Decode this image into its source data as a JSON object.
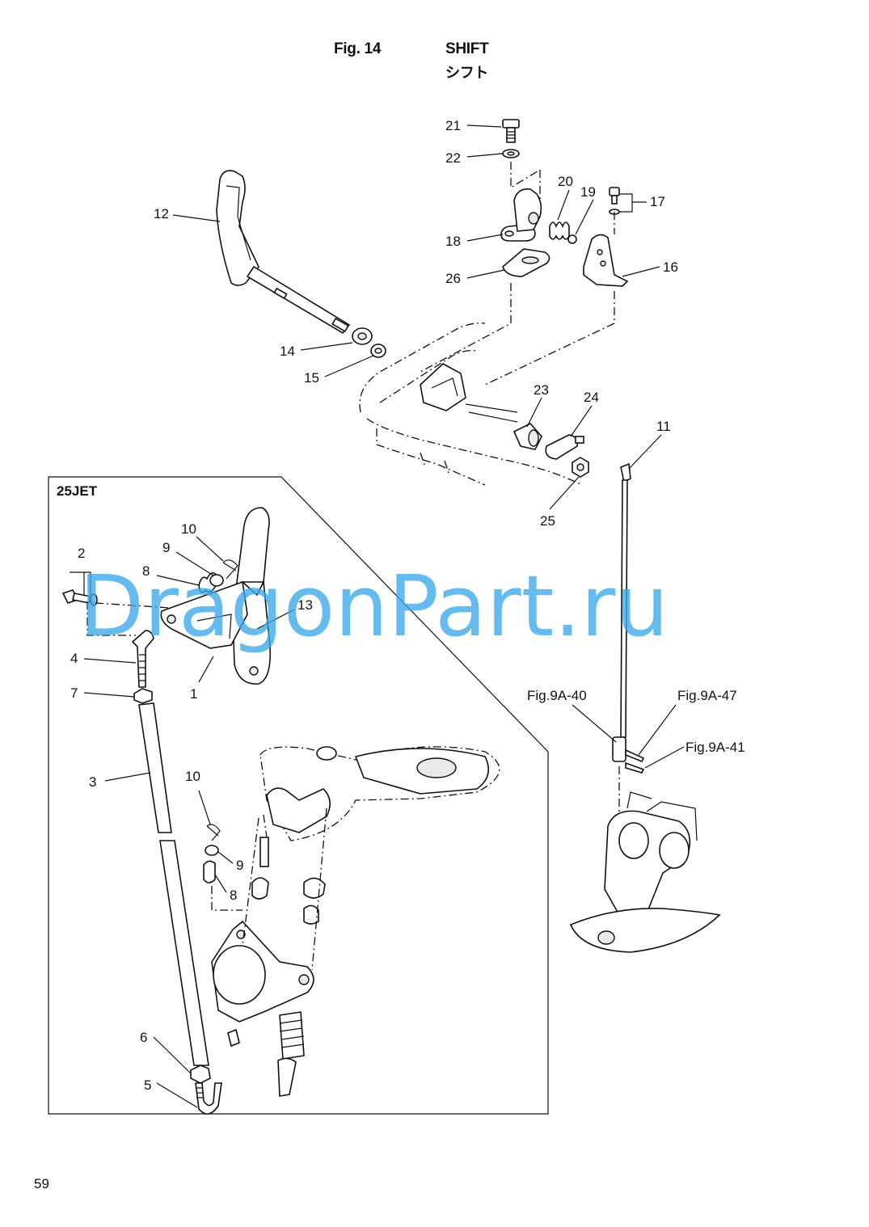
{
  "header": {
    "figure_number": "Fig. 14",
    "title": "SHIFT",
    "title_japanese": "シフト"
  },
  "inset": {
    "label": "25JET"
  },
  "watermark": {
    "text": "DragonPart.ru",
    "color": "#3aa8e8"
  },
  "page_number": "59",
  "callouts": [
    {
      "id": "c21",
      "text": "21"
    },
    {
      "id": "c22",
      "text": "22"
    },
    {
      "id": "c20",
      "text": "20"
    },
    {
      "id": "c19",
      "text": "19"
    },
    {
      "id": "c17",
      "text": "17"
    },
    {
      "id": "c12",
      "text": "12"
    },
    {
      "id": "c18",
      "text": "18"
    },
    {
      "id": "c26",
      "text": "26"
    },
    {
      "id": "c16",
      "text": "16"
    },
    {
      "id": "c14",
      "text": "14"
    },
    {
      "id": "c15",
      "text": "15"
    },
    {
      "id": "c23",
      "text": "23"
    },
    {
      "id": "c24",
      "text": "24"
    },
    {
      "id": "c11",
      "text": "11"
    },
    {
      "id": "c25",
      "text": "25"
    },
    {
      "id": "i10a",
      "text": "10"
    },
    {
      "id": "i9a",
      "text": "9"
    },
    {
      "id": "i2",
      "text": "2"
    },
    {
      "id": "i8a",
      "text": "8"
    },
    {
      "id": "i13",
      "text": "13"
    },
    {
      "id": "i4",
      "text": "4"
    },
    {
      "id": "i7",
      "text": "7"
    },
    {
      "id": "i1",
      "text": "1"
    },
    {
      "id": "i3",
      "text": "3"
    },
    {
      "id": "i10b",
      "text": "10"
    },
    {
      "id": "i9b",
      "text": "9"
    },
    {
      "id": "i8b",
      "text": "8"
    },
    {
      "id": "i6",
      "text": "6"
    },
    {
      "id": "i5",
      "text": "5"
    },
    {
      "id": "r40",
      "text": "Fig.9A-40"
    },
    {
      "id": "r47",
      "text": "Fig.9A-47"
    },
    {
      "id": "r41",
      "text": "Fig.9A-41"
    }
  ]
}
